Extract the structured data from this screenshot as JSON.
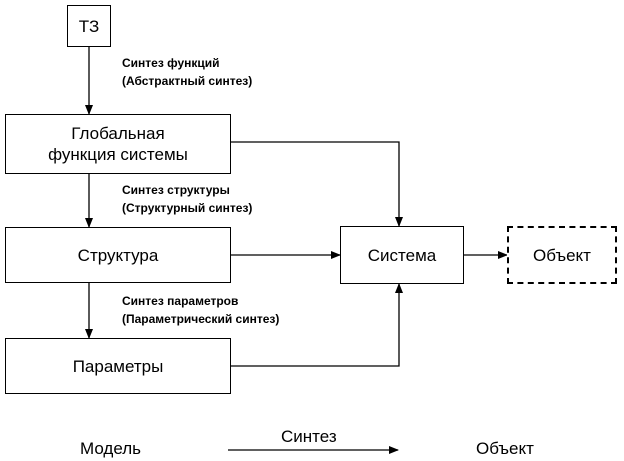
{
  "nodes": {
    "tz": "ТЗ",
    "global_function": [
      "Глобальная",
      "функция системы"
    ],
    "structure": "Структура",
    "parameters": "Параметры",
    "system": "Система",
    "object": "Объект"
  },
  "transitions": {
    "function_synthesis": [
      "Синтез функций",
      "(Абстрактный синтез)"
    ],
    "structure_synthesis": [
      "Синтез структуры",
      "(Структурный синтез)"
    ],
    "parameter_synthesis": [
      "Синтез параметров",
      "(Параметрический синтез)"
    ]
  },
  "legend": {
    "left": "Модель",
    "arrow_label": "Синтез",
    "right": "Объект"
  }
}
